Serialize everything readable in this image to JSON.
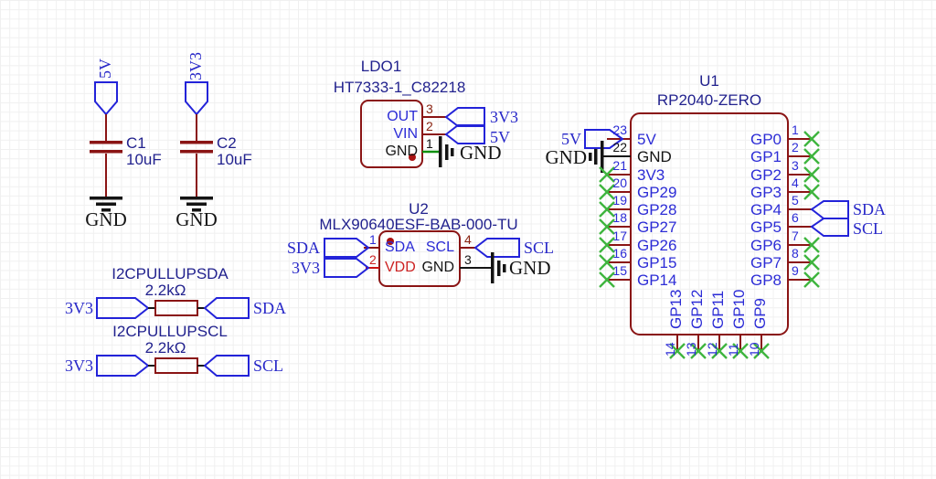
{
  "colors": {
    "symbol_outline": "#8a1414",
    "wire_black": "#141414",
    "wire_red": "#cc1111",
    "wire_green": "#0f8f0f",
    "net_blue": "#2727c8",
    "designator_navy": "#22228e",
    "no_connect_green": "#3fb53f"
  },
  "power_caps": [
    {
      "net": "5V",
      "ref": "C1",
      "value": "10uF",
      "gnd": "GND"
    },
    {
      "net": "3V3",
      "ref": "C2",
      "value": "10uF",
      "gnd": "GND"
    }
  ],
  "ldo": {
    "ref": "LDO1",
    "part": "HT7333-1_C82218",
    "pins": [
      {
        "num": "3",
        "name": "OUT"
      },
      {
        "num": "2",
        "name": "VIN"
      },
      {
        "num": "1",
        "name": "GND"
      }
    ],
    "net_out": "3V3",
    "net_in": "5V",
    "gnd": "GND"
  },
  "sensor": {
    "ref": "U2",
    "part": "MLX90640ESF-BAB-000-TU",
    "left_pins": [
      {
        "num": "1",
        "name": "SDA",
        "net": "SDA"
      },
      {
        "num": "2",
        "name": "VDD",
        "net": "3V3"
      }
    ],
    "right_pins": [
      {
        "num": "4",
        "name": "SCL",
        "net": "SCL"
      },
      {
        "num": "3",
        "name": "GND",
        "net": "GND"
      }
    ]
  },
  "pullups": [
    {
      "label": "I2CPULLUPSDA",
      "value": "2.2kΩ",
      "left_net": "3V3",
      "right_net": "SDA"
    },
    {
      "label": "I2CPULLUPSCL",
      "value": "2.2kΩ",
      "left_net": "3V3",
      "right_net": "SCL"
    }
  ],
  "mcu": {
    "ref": "U1",
    "part": "RP2040-ZERO",
    "left_net_5v": "5V",
    "left_net_gnd": "GND",
    "right_net_sda": "SDA",
    "right_net_scl": "SCL",
    "left_pins": [
      {
        "num": "23",
        "name": "5V"
      },
      {
        "num": "22",
        "name": "GND"
      },
      {
        "num": "21",
        "name": "3V3"
      },
      {
        "num": "20",
        "name": "GP29"
      },
      {
        "num": "19",
        "name": "GP28"
      },
      {
        "num": "18",
        "name": "GP27"
      },
      {
        "num": "17",
        "name": "GP26"
      },
      {
        "num": "16",
        "name": "GP15"
      },
      {
        "num": "15",
        "name": "GP14"
      }
    ],
    "right_pins": [
      {
        "num": "1",
        "name": "GP0"
      },
      {
        "num": "2",
        "name": "GP1"
      },
      {
        "num": "3",
        "name": "GP2"
      },
      {
        "num": "4",
        "name": "GP3"
      },
      {
        "num": "5",
        "name": "GP4"
      },
      {
        "num": "6",
        "name": "GP5"
      },
      {
        "num": "7",
        "name": "GP6"
      },
      {
        "num": "8",
        "name": "GP7"
      },
      {
        "num": "9",
        "name": "GP8"
      }
    ],
    "bottom_pins": [
      {
        "num": "14",
        "name": "GP13"
      },
      {
        "num": "13",
        "name": "GP12"
      },
      {
        "num": "12",
        "name": "GP11"
      },
      {
        "num": "11",
        "name": "GP10"
      },
      {
        "num": "10",
        "name": "GP9"
      }
    ]
  }
}
